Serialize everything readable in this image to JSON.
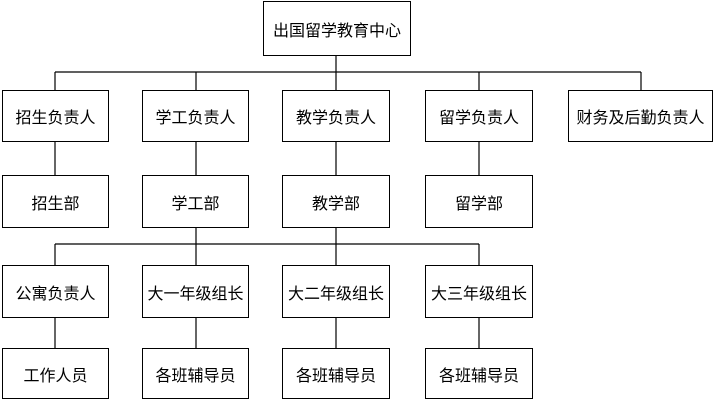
{
  "root": "出国留学教育中心",
  "level1": [
    "招生负责人",
    "学工负责人",
    "教学负责人",
    "留学负责人",
    "财务及后勤负责人"
  ],
  "level2": [
    "招生部",
    "学工部",
    "教学部",
    "留学部"
  ],
  "level3": [
    "公寓负责人",
    "大一年级组长",
    "大二年级组长",
    "大三年级组长"
  ],
  "level4": [
    "工作人员",
    "各班辅导员",
    "各班辅导员",
    "各班辅导员"
  ]
}
